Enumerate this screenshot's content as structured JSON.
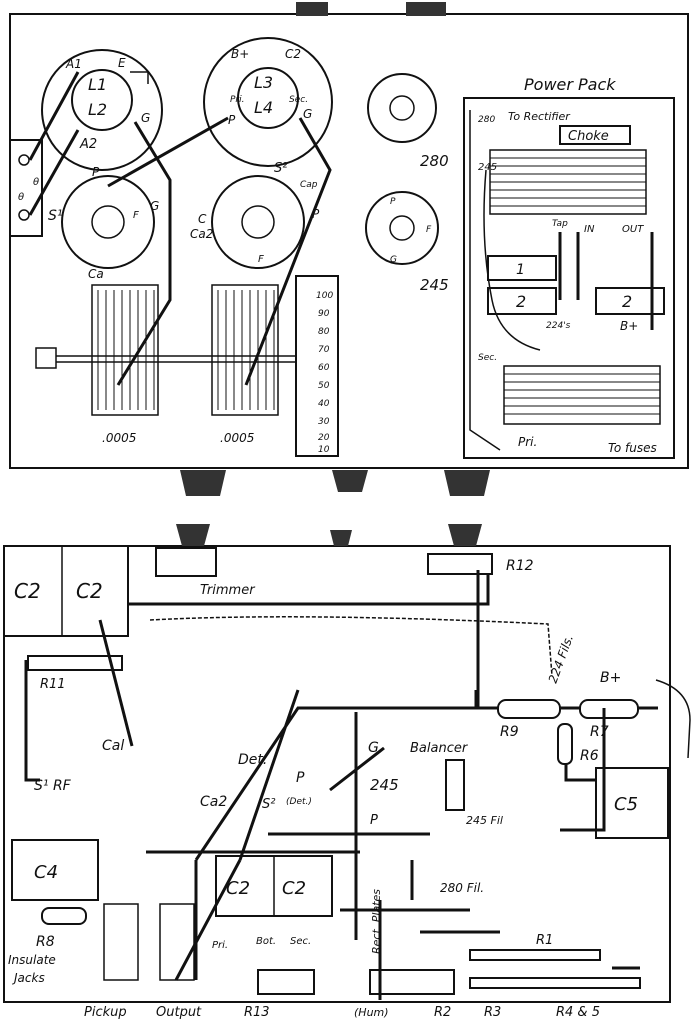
{
  "top": {
    "tube_left_top": {
      "a1": "A1",
      "e": "E",
      "l1": "L1",
      "l2": "L2",
      "a2": "A2",
      "g": "G"
    },
    "tube_right_top": {
      "bplus": "B+",
      "c2": "C2",
      "l3": "L3",
      "l4": "L4",
      "pri": "Pri.",
      "sec": "Sec.",
      "p": "P",
      "g": "G"
    },
    "socket_left": {
      "p": "P",
      "s1": "S¹",
      "f": "F",
      "g": "G",
      "ca": "Ca"
    },
    "socket_mid": {
      "s2": "S²",
      "cap": "Cap",
      "c": "C",
      "ca2": "Ca2",
      "p": "P",
      "f": "F"
    },
    "socket_280": "280",
    "socket_245": "245",
    "socket_245_pins": {
      "p": "P",
      "f": "F",
      "g": "G"
    },
    "cond_left": ".0005",
    "cond_mid": ".0005",
    "dial_scale": [
      "100",
      "90",
      "80",
      "70",
      "60",
      "50",
      "40",
      "30",
      "20",
      "10"
    ],
    "side_labels": {
      "e1": "θ",
      "e2": "θ"
    },
    "power_pack": {
      "title": "Power Pack",
      "to_rectifier": "To Rectifier",
      "choke": "Choke",
      "w280": "280",
      "w245": "245",
      "tap": "Tap",
      "in": "IN",
      "out": "OUT",
      "c1": "1",
      "c2a": "2",
      "c2b": "2",
      "w224": "224's",
      "bplus": "B+",
      "sec": "Sec.",
      "pri": "Pri.",
      "to_fuses": "To fuses"
    }
  },
  "bottom": {
    "c2a": "C2",
    "c2b": "C2",
    "c2c": "C2",
    "c2d": "C2",
    "trimmer": "Trimmer",
    "r12": "R12",
    "r11": "R11",
    "fils224": "224 Fils.",
    "bplus": "B+",
    "cal": "Cal",
    "s1rf": "S¹ RF",
    "det": "Det.",
    "g": "G",
    "r9": "R9",
    "r7": "R7",
    "balancer": "Balancer",
    "r6": "R6",
    "p_det": "P",
    "det_small": "(Det.)",
    "v245": "245",
    "fil245": "245 Fil",
    "c5": "C5",
    "ca2": "Ca2",
    "s2": "S²",
    "p": "P",
    "c4": "C4",
    "fil280": "280 Fil.",
    "rect_plates": "Rect. Plates",
    "r8": "R8",
    "insulate": "Insulate",
    "jacks": "Jacks",
    "pri": "Pri.",
    "bot": "Bot.",
    "sec": "Sec.",
    "r1": "R1",
    "pickup": "Pickup",
    "output": "Output",
    "r13": "R13",
    "hum": "(Hum)",
    "r2": "R2",
    "r3": "R3",
    "r45": "R4 & 5"
  }
}
